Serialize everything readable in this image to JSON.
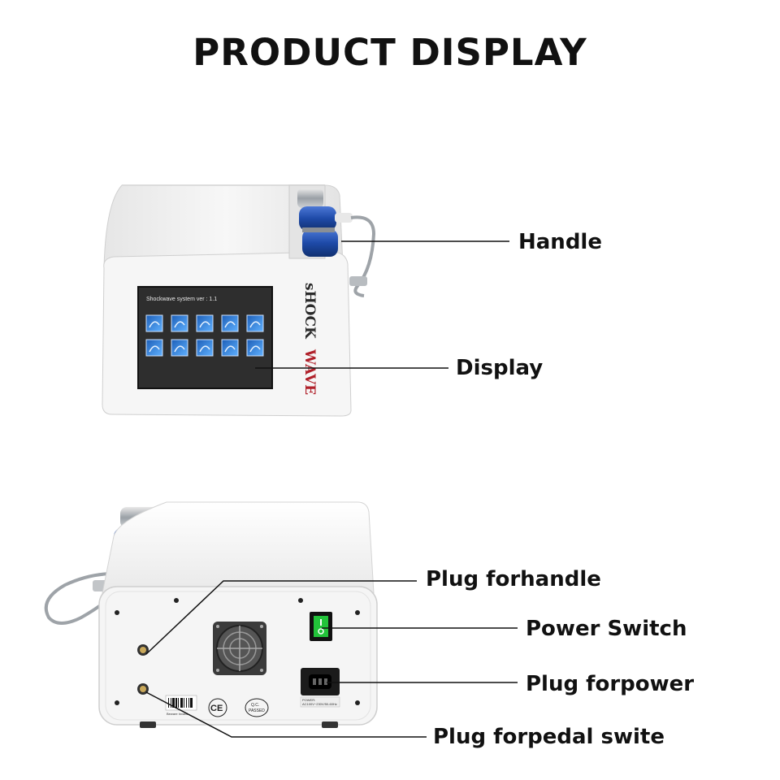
{
  "title": "PRODUCT DISPLAY",
  "front_view": {
    "screen_header": "Shockwave system ver : 1.1",
    "brand_top": "sHOCK",
    "brand_bottom": "WAVE",
    "callouts": {
      "handle": "Handle",
      "display": "Display"
    }
  },
  "back_view": {
    "callouts": {
      "plug_handle": "Plug forhandle",
      "power_switch": "Power Switch",
      "plug_power": "Plug forpower",
      "plug_pedal": "Plug forpedal swite"
    },
    "label_ce": "CE",
    "label_qc": "Q.C.",
    "label_passed": "PASSED",
    "label_power": "POWER:",
    "label_voltage": "AC100V~230V/50-60Hz",
    "barcode_text": "Beware Invalid"
  },
  "colors": {
    "body": "#f2f2f2",
    "screen": "#2e2e2e",
    "handpiece_blue": "#1e4aa8",
    "power_switch": "#22c33a",
    "brand_red": "#b0202a"
  }
}
